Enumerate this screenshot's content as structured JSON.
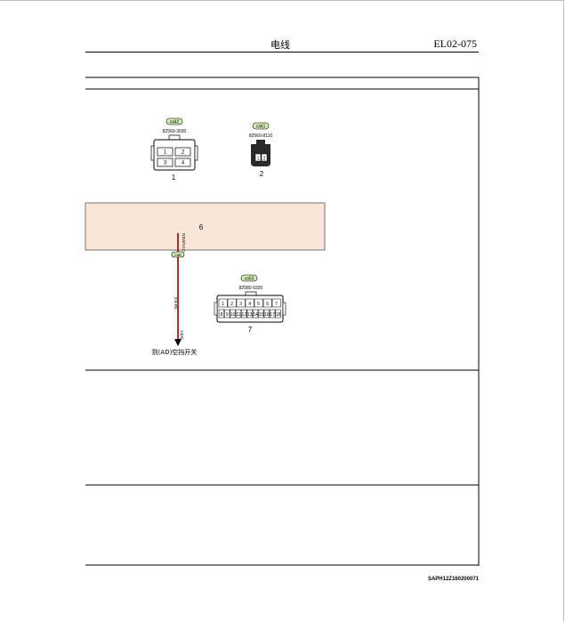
{
  "header": {
    "title": "电线",
    "page_code": "EL02-075"
  },
  "connectors": [
    {
      "tag": "ca42",
      "part_number": "82560-3030",
      "index_label": "1",
      "pins": [
        "1",
        "2",
        "3",
        "4"
      ]
    },
    {
      "tag": "ca61",
      "part_number": "82560-8110",
      "index_label": "2",
      "pins": [
        "1",
        "2"
      ]
    },
    {
      "tag": "ca53",
      "part_number": "82580-9320",
      "index_label": "7",
      "pins_top": [
        "1",
        "2",
        "3",
        "4",
        "5",
        "6",
        "7"
      ],
      "pins_bottom": [
        "8",
        "9",
        "10",
        "11",
        "12",
        "13",
        "14",
        "15",
        "16",
        "17",
        "18"
      ]
    }
  ],
  "harness_block": {
    "label": "6"
  },
  "wire": {
    "upper_label": "NSW/ACC",
    "junction_tag": "ca6",
    "mid_label": "0.5-R/L",
    "lower_label": "14(6)",
    "destination": "到(AD)空挡开关"
  },
  "footer": {
    "code": "SAPH12Z160200071"
  },
  "colors": {
    "harness_fill": "#f8e6d8",
    "wire": "#a31818",
    "tag_fill": "#d6ecb6",
    "connector_dark": "#2a2a2a"
  }
}
